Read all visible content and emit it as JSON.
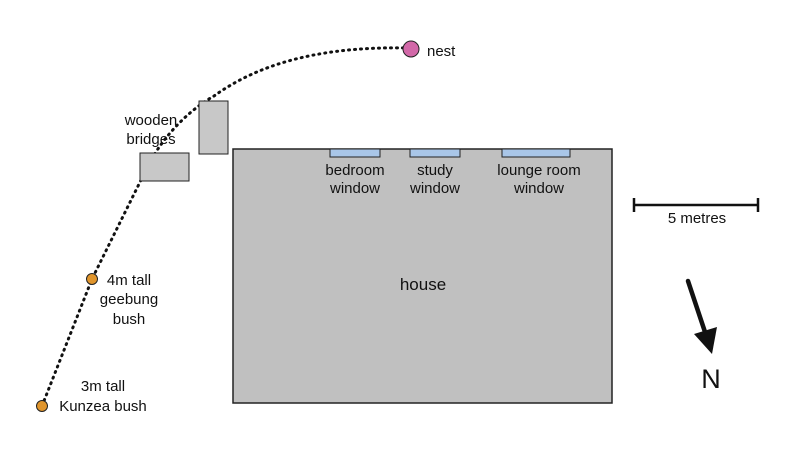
{
  "labels": {
    "nest": "nest",
    "bridges_line1": "wooden",
    "bridges_line2": "bridges",
    "house": "house",
    "bedroom_line1": "bedroom",
    "bedroom_line2": "window",
    "study_line1": "study",
    "study_line2": "window",
    "lounge_line1": "lounge room",
    "lounge_line2": "window",
    "scale": "5 metres",
    "north": "N",
    "geebung_line1": "4m tall",
    "geebung_line2": "geebung",
    "geebung_line3": "bush",
    "kunzea_line1": "3m tall",
    "kunzea_line2": "Kunzea bush"
  },
  "colors": {
    "house_fill": "#c0c0c0",
    "bridge_fill": "#c8c8c8",
    "window_fill": "#a9c6e8",
    "nest_fill": "#d268a8",
    "bush_fill": "#e0952c",
    "stroke": "#222222"
  }
}
